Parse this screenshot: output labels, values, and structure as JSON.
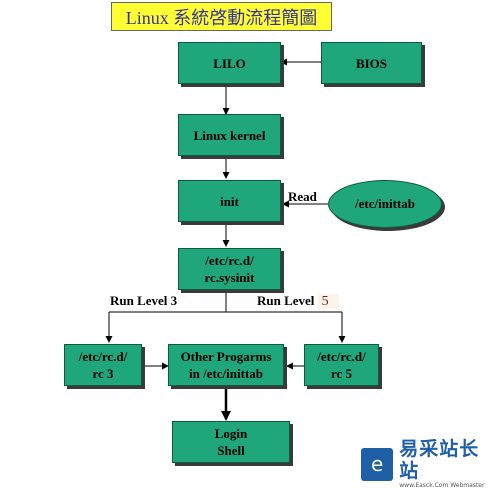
{
  "title": "Linux 系統啓動流程簡圖",
  "nodes": {
    "lilo": "LILO",
    "bios": "BIOS",
    "kernel": "Linux kernel",
    "init": "init",
    "inittab": "/etc/inittab",
    "sysinit_line1": "/etc/rc.d/",
    "sysinit_line2": "rc.sysinit",
    "rc3_line1": "/etc/rc.d/",
    "rc3_line2": "rc 3",
    "other_line1": "Other Progarms",
    "other_line2": "in /etc/inittab",
    "rc5_line1": "/etc/rc.d/",
    "rc5_line2": "rc 5",
    "login_line1": "Login",
    "login_line2": "Shell"
  },
  "labels": {
    "read": "Read",
    "runlevel3": "Run Level 3",
    "runlevel5_text": "Run Level",
    "runlevel5_num": "5"
  },
  "watermark": {
    "icon": "e-logo-icon",
    "text": "易采站长站",
    "subtext": "www.Easck.Com  Webmaster"
  },
  "colors": {
    "box_fill": "#1fa67a",
    "title_fill": "#ffff33",
    "title_text": "#333399",
    "logo_blue": "#1f5fa8"
  }
}
